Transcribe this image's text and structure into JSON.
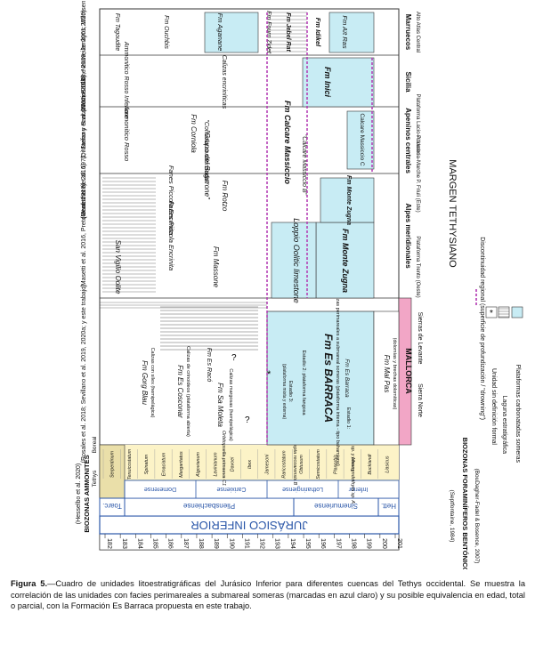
{
  "caption": {
    "label": "Figura 5.",
    "text": "—Cuadro de unidades litoestratigráficas del Jurásico Inferior para diferentes cuencas del Tethys occidental. Se muestra la correlación de las unidades con facies perimareales a submareal someras (marcadas en azul claro) y su posible equivalencia en edad, total o parcial, con la Formación Es Barraca propuesta en este trabajo."
  },
  "timescale": {
    "era": "JURÁSICO INFERIOR",
    "ma_label": "Ma",
    "ages": [
      "182",
      "183",
      "184",
      "185",
      "186",
      "187",
      "188",
      "189",
      "190",
      "191",
      "192",
      "193",
      "194",
      "195",
      "196",
      "197",
      "198",
      "199",
      "200",
      "201"
    ],
    "series": [
      "Toarc.",
      "Pliensbachiense",
      "Sinemuriense",
      "Hett."
    ],
    "substages": [
      "Domerense",
      "Carixiense",
      "Lotharingiense",
      "Inferior"
    ]
  },
  "ammonite_zones": {
    "header": "BIOZONAS AMMONITES",
    "sub_tethys": "Tethys",
    "sub_boreal": "Boreal",
    "ref": "(Hesselbo et al. 2020)",
    "zones": [
      "Serpentinum",
      "Tenuicostatum",
      "Spinatum",
      "Emaciatum",
      "Margaritatus",
      "Algovianum",
      "Lavinianum",
      "Davoei",
      "Ibex",
      "Jamesoni",
      "Raricostatum",
      "Obtusum",
      "Semicostatum",
      "Planorbis",
      "Turneri",
      "Bucklandi",
      "Liasicus"
    ]
  },
  "foram_zones": {
    "header": "BIOZONAS FORAMINÍFEROS BENTÓNICOS",
    "ref1": "(Septfontaine, 1984)",
    "ref2": "(BouDagher-Fadel & Bosence, 2007)",
    "units": [
      "Orbitopsella primaeva C1",
      "Lituosepta recoarensis B",
      "Siphovalvulina sp. y Mesoendothyra sp. A"
    ]
  },
  "basins": {
    "mallorca": {
      "title": "MALLORCA",
      "subtitles": [
        "Sierra Norte",
        "Sierras de Levante"
      ],
      "ref": "(Rosales et al. 2018; Sevillano et al. 2019, 2020a; y este trabajo)"
    },
    "alpes": {
      "title": "Alpes meridionales",
      "subtitles": [
        "Plataforma Trento (Oeste)",
        "P. Friuli (Este)"
      ],
      "ref1": "(Masetti et al. 2016, Preto et al. 2017)",
      "ref2": "(Masetti et al. 2016)"
    },
    "apeninos": {
      "title": "Apeninos centrales",
      "subtitles": [
        "P. Umbria-Marche",
        "Plataforma Lacio-Abruzzo"
      ],
      "ref": "(Centamore et al. 1971; Marino y Santantonio 2010)"
    },
    "sicilia": {
      "title": "Sicilia",
      "ref": "(Di Stefano et al. 2002, Basilone 2009, Jenkyns 2020)"
    },
    "marruecos": {
      "title": "Marruecos",
      "subtitle": "Alto Atlas Central",
      "ref": "(Warme 1988, Neuweiler 2001; Wilmsen et al. 2002, 2008)"
    }
  },
  "units": {
    "es_barraca": "Fm Es BARRACA",
    "es_barraca_sub": "Fm Es Barraca",
    "es_barraca_desc": "Calizas perimareales a submareal someras (plataforma interna - tipo bahamiano)",
    "estadio1": "Estadio 1:",
    "estadio2": "Estadio 2: plataforma fangosa",
    "estadio3": "Estadio 3:",
    "estadio3_desc": "(plataforma mixta y externa)",
    "mal_pas": "Fm Mal Pas",
    "mal_pas_desc": "(dolomías y brechas dolomíticas)",
    "gorg_blau": "Fm Gorg Blau",
    "gorg_blau_desc": "Calizas con sílex (hemipelágica)",
    "es_cosconar": "Fm Es Cosconar",
    "es_cosconar_desc": "Calizas de crinoideos (plataforma abierta)",
    "sa_moleta": "Fm Sa Moleta",
    "sa_moleta_desc": "Calizas margosas (hemipelágica)",
    "es_raco": "Fm Es Racó",
    "monte_zugna": "Fm Monte Zugna",
    "loppio": "Loppio Oolitic limestone",
    "rotzo": "Fm Rotzo",
    "masone": "Fm Massone",
    "san_vigilio": "San Vigilio Oolite",
    "fanes1": "Fanes Piccola Encrinita",
    "fanes2": "Fanes Piccola Encrinita",
    "bugarone": "\"Grupo del Bugarone\"",
    "calcare_massiccio": "Fm Calcare Massiccio",
    "calcare_massiccio_b": "\"Calcare Massiccio B\"",
    "calcare_massiccio_c": "Calcare Massiccio C",
    "corniola": "Fm Corniola",
    "corniola2": "\"Corniola condensada\"",
    "rosso": "Ammonitico Rosso",
    "rosso_inf": "Ammonitico Rosso Inferiore",
    "inici": "Fm Inici",
    "calizas_encriniticas": "Calizas encriníticas",
    "ait_ras": "Fm Aït Ras",
    "idikel": "Fm Idikel",
    "jebel_rat": "Fm Jebel Rat",
    "agoudim": "Fm Aganane",
    "ouchbis": "Fm Ouchbis",
    "tagoudite": "Fm Tagoudite",
    "fourn_zidet": "Fm Fourn Zidet",
    "margin": "MARGEN TETHYSIANO",
    "drowning": "\"drowning\"",
    "question": "?"
  },
  "legend": {
    "items": [
      {
        "label": "Discontinuidad regional (superficie de profundización / \"drowning\")",
        "style": "dashed-purple"
      },
      {
        "label": "Unidad sin definición formal",
        "style": "asterisk"
      },
      {
        "label": "Laguna estratigráfica",
        "style": "hatch"
      },
      {
        "label": "Plataformas carbonatadas someras",
        "style": "blue"
      }
    ]
  },
  "colors": {
    "blue_fill": "#c8ecf4",
    "pink_fill": "#f2a6c6",
    "yellow_fill": "#fcf3c7",
    "ammonite_fill": "#eadfa9",
    "purple_line": "#b237b2",
    "border_blue": "#2a56a8"
  }
}
